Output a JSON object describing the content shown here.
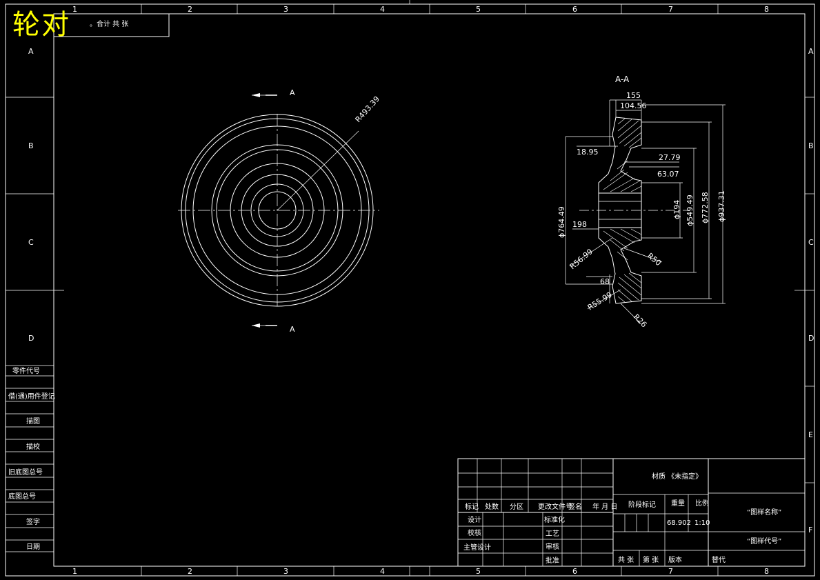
{
  "overlay_title": "轮对",
  "top_note": "。合计 共  张",
  "grid_columns": [
    "1",
    "2",
    "3",
    "4",
    "5",
    "6",
    "7",
    "8"
  ],
  "grid_rows": [
    "A",
    "B",
    "C",
    "D",
    "E",
    "F"
  ],
  "left_panel": [
    "零件代号",
    "借(通)用件登记",
    "描图",
    "描校",
    "旧底图总号",
    "底图总号",
    "签字",
    "日期"
  ],
  "section_label": "A-A",
  "section_marks": [
    "A",
    "A"
  ],
  "front_view": {
    "radius_dim": "R493.39"
  },
  "section_view": {
    "dims": {
      "d155": "155",
      "d104_56": "104.56",
      "d18_95": "18.95",
      "d27_79": "27.79",
      "d63_07": "63.07",
      "d198": "198",
      "phi194": "ϕ194",
      "phi549_49": "ϕ549.49",
      "phi772_58": "ϕ772.58",
      "phi937_31": "ϕ937.31",
      "phi764_49": "ϕ764.49",
      "r56_99": "R56.99",
      "r55_99": "R55.99",
      "r50": "R50",
      "r26": "R26",
      "d68": "68"
    }
  },
  "title_block": {
    "material": "材质 《未指定》",
    "drawing_name": "“图样名称”",
    "drawing_code": "“图样代号”",
    "stage_label": "阶段标记",
    "weight_label": "重量",
    "scale_label": "比例",
    "weight_value": "68.902",
    "scale_value": "1:10",
    "row_headers": [
      "标记",
      "处数",
      "分区",
      "更改文件号",
      "签名",
      "年 月 日"
    ],
    "signers": [
      "设计",
      "校核",
      "主管设计"
    ],
    "signers2": [
      "标准化",
      "工艺",
      "审核",
      "批准"
    ],
    "bottom": [
      "共  张",
      "第  张",
      "版本",
      "替代"
    ]
  }
}
